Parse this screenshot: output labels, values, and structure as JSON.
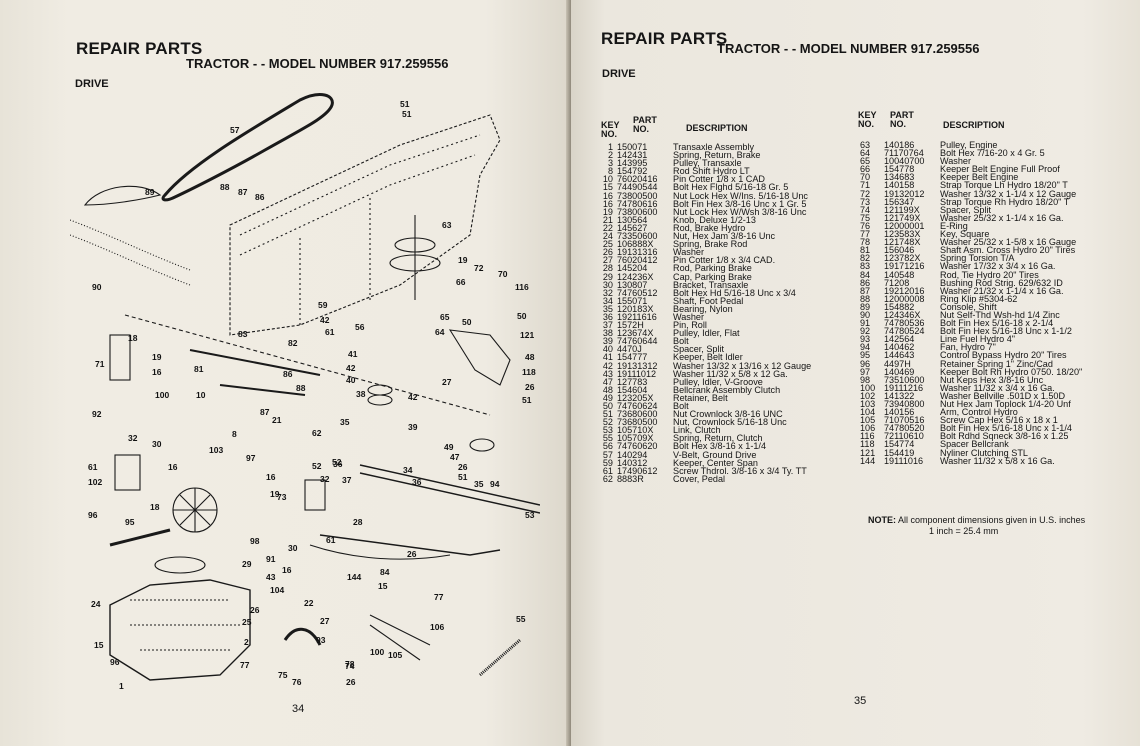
{
  "left_page": {
    "title": "REPAIR PARTS",
    "subtitle": "TRACTOR - - MODEL NUMBER 917.259556",
    "section": "DRIVE",
    "page_number": "34",
    "callouts": [
      "57",
      "51",
      "51",
      "89",
      "88",
      "87",
      "86",
      "63",
      "70",
      "19",
      "72",
      "116",
      "90",
      "66",
      "59",
      "42",
      "56",
      "61",
      "65",
      "50",
      "50",
      "121",
      "64",
      "83",
      "82",
      "18",
      "19",
      "71",
      "16",
      "81",
      "86",
      "41",
      "42",
      "48",
      "118",
      "40",
      "27",
      "26",
      "51",
      "10",
      "88",
      "100",
      "87",
      "21",
      "38",
      "42",
      "92",
      "8",
      "39",
      "62",
      "35",
      "32",
      "30",
      "52",
      "103",
      "97",
      "36",
      "34",
      "49",
      "47",
      "26",
      "51",
      "61",
      "16",
      "102",
      "16",
      "19",
      "52",
      "32",
      "37",
      "36",
      "35",
      "94",
      "18",
      "73",
      "53",
      "96",
      "95",
      "98",
      "30",
      "61",
      "28",
      "26",
      "91",
      "43",
      "29",
      "16",
      "144",
      "84",
      "15",
      "24",
      "104",
      "22",
      "27",
      "77",
      "25",
      "26",
      "55",
      "2",
      "93",
      "106",
      "96",
      "105",
      "100",
      "15",
      "78",
      "77",
      "74",
      "75",
      "76",
      "26",
      "1"
    ]
  },
  "right_page": {
    "title": "REPAIR PARTS",
    "subtitle": "TRACTOR - - MODEL NUMBER 917.259556",
    "section": "DRIVE",
    "page_number": "35",
    "headers": {
      "key": [
        "KEY",
        "NO."
      ],
      "part": [
        "PART",
        "NO."
      ],
      "description": "DESCRIPTION"
    },
    "parts_left": [
      [
        "1",
        "150071",
        "Transaxle Assembly"
      ],
      [
        "2",
        "142431",
        "Spring, Return, Brake"
      ],
      [
        "3",
        "143995",
        "Pulley, Transaxle"
      ],
      [
        "8",
        "154792",
        "Rod Shift Hydro LT"
      ],
      [
        "10",
        "76020416",
        "Pin Cotter 1/8 x 1 CAD"
      ],
      [
        "15",
        "74490544",
        "Bolt Hex Flghd 5/16-18 Gr. 5"
      ],
      [
        "16",
        "73800500",
        "Nut Lock Hex W/Ins. 5/16-18 Unc"
      ],
      [
        "16",
        "74780616",
        "Bolt Fin Hex 3/8-16 Unc x 1 Gr. 5"
      ],
      [
        "19",
        "73800600",
        "Nut Lock Hex W/Wsh 3/8-16 Unc"
      ],
      [
        "21",
        "130564",
        "Knob, Deluxe 1/2-13"
      ],
      [
        "22",
        "145627",
        "Rod, Brake Hydro"
      ],
      [
        "24",
        "73350600",
        "Nut, Hex Jam 3/8-16 Unc"
      ],
      [
        "25",
        "106888X",
        "Spring, Brake Rod"
      ],
      [
        "26",
        "19131316",
        "Washer"
      ],
      [
        "27",
        "76020412",
        "Pin Cotter 1/8 x 3/4 CAD."
      ],
      [
        "28",
        "145204",
        "Rod, Parking Brake"
      ],
      [
        "29",
        "124236X",
        "Cap, Parking Brake"
      ],
      [
        "30",
        "130807",
        "Bracket, Transaxle"
      ],
      [
        "32",
        "74760512",
        "Bolt Hex Hd 5/16-18 Unc x 3/4"
      ],
      [
        "34",
        "155071",
        "Shaft, Foot Pedal"
      ],
      [
        "35",
        "120183X",
        "Bearing, Nylon"
      ],
      [
        "36",
        "19211616",
        "Washer"
      ],
      [
        "37",
        "1572H",
        "Pin, Roll"
      ],
      [
        "38",
        "123674X",
        "Pulley, Idler, Flat"
      ],
      [
        "39",
        "74760644",
        "Bolt"
      ],
      [
        "40",
        "4470J",
        "Spacer, Split"
      ],
      [
        "41",
        "154777",
        "Keeper, Belt Idler"
      ],
      [
        "42",
        "19131312",
        "Washer 13/32 x 13/16 x 12 Gauge"
      ],
      [
        "43",
        "19111012",
        "Washer 11/32 x 5/8 x 12 Ga."
      ],
      [
        "47",
        "127783",
        "Pulley, Idler, V-Groove"
      ],
      [
        "48",
        "154604",
        "Bellcrank Assembly Clutch"
      ],
      [
        "49",
        "123205X",
        "Retainer, Belt"
      ],
      [
        "50",
        "74760624",
        "Bolt"
      ],
      [
        "51",
        "73680600",
        "Nut Crownlock 3/8-16 UNC"
      ],
      [
        "52",
        "73680500",
        "Nut, Crownlock 5/16-18 Unc"
      ],
      [
        "53",
        "105710X",
        "Link, Clutch"
      ],
      [
        "55",
        "105709X",
        "Spring, Return, Clutch"
      ],
      [
        "56",
        "74760620",
        "Bolt Hex 3/8-16 x 1-1/4"
      ],
      [
        "57",
        "140294",
        "V-Belt, Ground Drive"
      ],
      [
        "59",
        "140312",
        "Keeper, Center Span"
      ],
      [
        "61",
        "17490612",
        "Screw Thdrol. 3/8-16 x 3/4 Ty. TT"
      ],
      [
        "62",
        "8883R",
        "Cover, Pedal"
      ]
    ],
    "parts_right": [
      [
        "63",
        "140186",
        "Pulley, Engine"
      ],
      [
        "64",
        "71170764",
        "Bolt Hex 7/16-20 x 4 Gr. 5"
      ],
      [
        "65",
        "10040700",
        "Washer"
      ],
      [
        "66",
        "154778",
        "Keeper Belt Engine Full Proof"
      ],
      [
        "70",
        "134683",
        "Keeper Belt Engine"
      ],
      [
        "71",
        "140158",
        "Strap Torque Lh Hydro 18/20\" T"
      ],
      [
        "72",
        "19132012",
        "Washer 13/32 x 1-1/4 x 12 Gauge"
      ],
      [
        "73",
        "156347",
        "Strap Torque Rh Hydro 18/20\" T"
      ],
      [
        "74",
        "121199X",
        "Spacer, Split"
      ],
      [
        "75",
        "121749X",
        "Washer 25/32 x 1-1/4 x 16 Ga."
      ],
      [
        "76",
        "12000001",
        "E-Ring"
      ],
      [
        "77",
        "123583X",
        "Key, Square"
      ],
      [
        "78",
        "121748X",
        "Washer 25/32 x 1-5/8 x 16 Gauge"
      ],
      [
        "81",
        "156046",
        "Shaft Asm. Cross Hydro 20\" Tires"
      ],
      [
        "82",
        "123782X",
        "Spring Torsion T/A"
      ],
      [
        "83",
        "19171216",
        "Washer 17/32 x 3/4 x 16 Ga."
      ],
      [
        "84",
        "140548",
        "Rod, Tie Hydro 20\" Tires"
      ],
      [
        "86",
        "71208",
        "Bushing Rod Strig. 629/632 ID"
      ],
      [
        "87",
        "19212016",
        "Washer 21/32 x 1-1/4 x 16 Ga."
      ],
      [
        "88",
        "12000008",
        "Ring Klip #5304-62"
      ],
      [
        "89",
        "154882",
        "Console, Shift"
      ],
      [
        "90",
        "124346X",
        "Nut Self-Thd Wsh-hd 1/4 Zinc"
      ],
      [
        "91",
        "74780536",
        "Bolt Fin Hex 5/16-18 x 2-1/4"
      ],
      [
        "92",
        "74780524",
        "Bolt Fin Hex 5/16-18 Unc x 1-1/2"
      ],
      [
        "93",
        "142564",
        "Line Fuel Hydro 4\""
      ],
      [
        "94",
        "140462",
        "Fan, Hydro 7\""
      ],
      [
        "95",
        "144643",
        "Control Bypass Hydro 20\" Tires"
      ],
      [
        "96",
        "4497H",
        "Retainer Spring 1\" Zinc/Cad"
      ],
      [
        "97",
        "140469",
        "Keeper Bolt Rh Hydro 0750. 18/20\""
      ],
      [
        "98",
        "73510600",
        "Nut Keps Hex 3/8-16 Unc"
      ],
      [
        "100",
        "19111216",
        "Washer 11/32 x 3/4 x 16 Ga."
      ],
      [
        "102",
        "141322",
        "Washer Bellville .501D x 1.50D"
      ],
      [
        "103",
        "73940800",
        "Nut Hex Jam Toplock 1/4-20 Unf"
      ],
      [
        "104",
        "140156",
        "Arm, Control Hydro"
      ],
      [
        "105",
        "71070516",
        "Screw Cap Hex 5/16 x 18 x 1"
      ],
      [
        "106",
        "74780520",
        "Bolt Fin Hex 5/16-18 Unc x 1-1/4"
      ],
      [
        "116",
        "72110610",
        "Bolt Rdhd Sqneck 3/8-16 x 1.25"
      ],
      [
        "118",
        "154774",
        "Spacer Bellcrank"
      ],
      [
        "121",
        "154419",
        "Nyliner Clutching STL"
      ],
      [
        "144",
        "19111016",
        "Washer 11/32 x 5/8 x 16 Ga."
      ]
    ],
    "note_label": "NOTE:",
    "note_text": "All component dimensions given in U.S. inches",
    "note_text2": "1 inch = 25.4 mm"
  }
}
